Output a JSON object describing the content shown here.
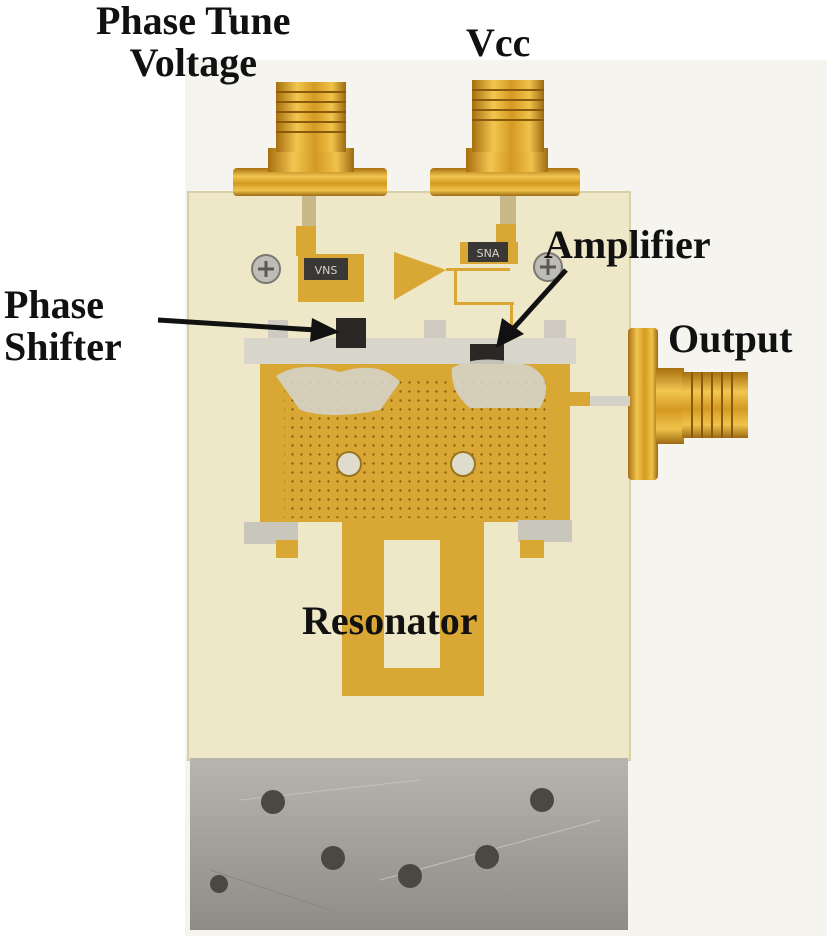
{
  "labels": {
    "phase_tune": "Phase Tune",
    "voltage": "Voltage",
    "vcc": "Vcc",
    "amplifier": "Amplifier",
    "phase": "Phase",
    "shifter": "Shifter",
    "output": "Output",
    "resonator": "Resonator"
  },
  "components": {
    "left_chip_marking": "VNS",
    "right_chip_marking": "SNA"
  },
  "colors": {
    "background": "#ffffff",
    "substrate": "#efe8c9",
    "gold": "#d9a834",
    "aluminum": "#a9a6a0",
    "label": "#111111"
  }
}
